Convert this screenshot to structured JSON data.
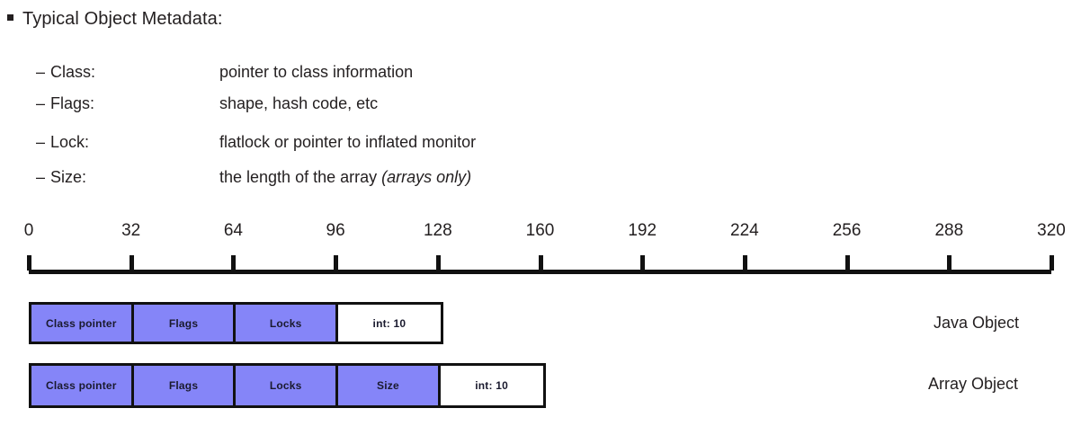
{
  "slide": {
    "heading": "Typical Object Metadata:",
    "bullet_glyph": "square-bullet",
    "sub_bullet_glyph": "–",
    "items": [
      {
        "term": "Class:",
        "desc": "pointer to class information",
        "note": ""
      },
      {
        "term": "Flags:",
        "desc": "shape, hash code, etc",
        "note": ""
      },
      {
        "term": "Lock:",
        "desc": "flatlock or pointer to inflated monitor",
        "note": ""
      },
      {
        "term": "Size:",
        "desc": "the length of the array ",
        "note": "(arrays only)"
      }
    ]
  },
  "ruler": {
    "ticks": [
      "0",
      "32",
      "64",
      "96",
      "128",
      "160",
      "192",
      "224",
      "256",
      "288",
      "320"
    ],
    "unit_bits": 32,
    "min": 0,
    "max": 320
  },
  "diagram": {
    "colors": {
      "metadata_fill": "#8585f8",
      "value_fill": "#ffffff",
      "stroke": "#111111",
      "text": "#231f20"
    },
    "rows": [
      {
        "label": "Java Object",
        "fields": [
          {
            "name": "Class pointer",
            "kind": "metadata",
            "start": 0,
            "end": 32
          },
          {
            "name": "Flags",
            "kind": "metadata",
            "start": 32,
            "end": 64
          },
          {
            "name": "Locks",
            "kind": "metadata",
            "start": 64,
            "end": 96
          },
          {
            "name": "int: 10",
            "kind": "value",
            "start": 96,
            "end": 128
          }
        ]
      },
      {
        "label": "Array Object",
        "fields": [
          {
            "name": "Class pointer",
            "kind": "metadata",
            "start": 0,
            "end": 32
          },
          {
            "name": "Flags",
            "kind": "metadata",
            "start": 32,
            "end": 64
          },
          {
            "name": "Locks",
            "kind": "metadata",
            "start": 64,
            "end": 96
          },
          {
            "name": "Size",
            "kind": "metadata",
            "start": 96,
            "end": 128
          },
          {
            "name": "int: 10",
            "kind": "value",
            "start": 128,
            "end": 160
          }
        ]
      }
    ]
  }
}
